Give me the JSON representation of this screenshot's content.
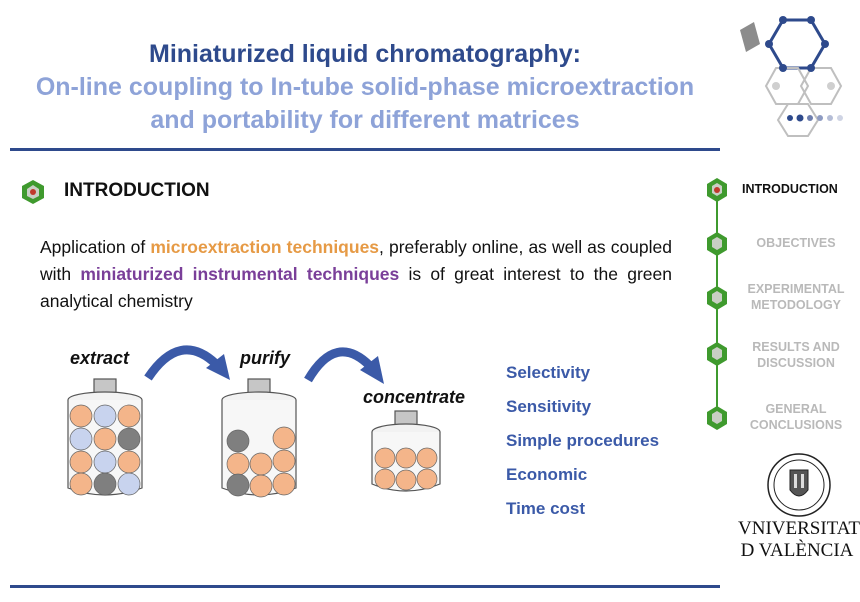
{
  "title": {
    "line1": "Miniaturized liquid chromatography:",
    "line2": "On-line coupling to In-tube solid-phase microextraction",
    "line3": "and portability for different matrices"
  },
  "section": {
    "heading": "INTRODUCTION"
  },
  "paragraph": {
    "part1": "Application of ",
    "highlight1": "microextraction techniques",
    "part2": ", preferably online, as well as coupled with ",
    "highlight2": "miniaturized instrumental techniques",
    "part3": " is of great interest to the green analytical chemistry"
  },
  "steps": {
    "extract": "extract",
    "purify": "purify",
    "concentrate": "concentrate"
  },
  "benefits": [
    "Selectivity",
    "Sensitivity",
    "Simple procedures",
    "Economic",
    "Time cost"
  ],
  "nav": {
    "introduction": "INTRODUCTION",
    "objectives": "OBJECTIVES",
    "experimental_line1": "EXPERIMENTAL",
    "experimental_line2": "METODOLOGY",
    "results_line1": "RESULTS AND",
    "results_line2": "DISCUSSION",
    "general_line1": "GENERAL",
    "general_line2": "CONCLUSIONS"
  },
  "university": {
    "line1": "VNIVERSITAT",
    "line2": "D VALÈNCIA"
  },
  "colors": {
    "title_dark": "#2e4a8c",
    "title_light": "#8ea3d8",
    "orange": "#e69a45",
    "purple": "#7a3f99",
    "nav_green": "#3f9a2e",
    "ball_orange": "#f4b58a",
    "ball_blue": "#c8d3ee",
    "ball_gray": "#7f7f7f"
  }
}
